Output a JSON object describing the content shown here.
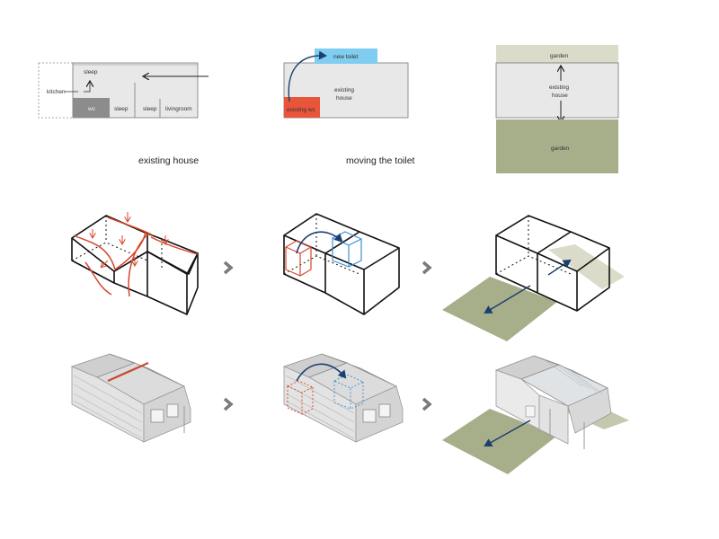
{
  "colors": {
    "plan_fill": "#e8e8e8",
    "wc_fill": "#8c8c8c",
    "existing_wc_fill": "#e8553a",
    "new_toilet_fill": "#7fcdf0",
    "garden_dark": "#a7ae8a",
    "garden_light": "#dadcc9",
    "red_line": "#d8462b",
    "blue_line": "#3c8fd2",
    "navy_arrow": "#1b3f6f",
    "chevron": "#7a7a7a"
  },
  "plan1": {
    "kitchen": "kitchen",
    "sleep_top": "sleep",
    "wc": "wc",
    "sleep_mid": "sleep",
    "sleep_right": "sleep",
    "livingroom": "livingroom",
    "caption": "existing house"
  },
  "plan2": {
    "new_toilet": "new toilet",
    "existing_house": "existing house",
    "existing_wc": "existing wc",
    "caption": "moving the toilet"
  },
  "plan3": {
    "garden_top": "garden",
    "existing_house": "existing house",
    "garden_bottom": "garden"
  },
  "icons": {
    "chevron": "chevron-right-icon",
    "arrow": "arrow-icon"
  }
}
